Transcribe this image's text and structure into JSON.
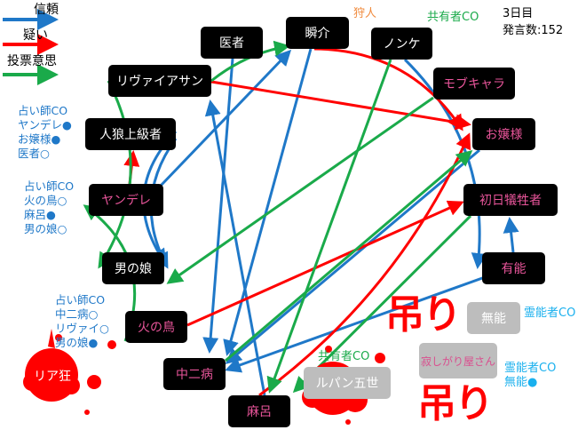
{
  "legend": {
    "trust": {
      "label": "信頼",
      "color": "#1f78c8"
    },
    "doubt": {
      "label": "疑い",
      "color": "#ff0000"
    },
    "vote": {
      "label": "投票意思",
      "color": "#1aaa4a"
    }
  },
  "header": {
    "hunter": "狩人",
    "mason": "共有者CO",
    "day": "3日目",
    "posts": "発言数:152"
  },
  "nodes": {
    "isha": "医者",
    "shunsuke": "瞬介",
    "nonke": "ノンケ",
    "mobchara": "モブキャラ",
    "ojousama": "お嬢様",
    "shonichi": "初日犠牲者",
    "yuunou": "有能",
    "leviathan": "リヴァイアサン",
    "jinrou": "人狼上級者",
    "yandere": "ヤンデレ",
    "otokonoko": "男の娘",
    "hinotori": "火の鳥",
    "chuuni": "中二病",
    "maro": "麻呂",
    "lupin": "ルパン五世",
    "sabishigari": "寂しがり屋さん",
    "munou": "無能",
    "riakyou": "リア狂"
  },
  "notes": {
    "seer1": [
      "占い師CO",
      "ヤンデレ●",
      "お嬢様●",
      "医者○"
    ],
    "seer2": [
      "占い師CO",
      "火の鳥○",
      "麻呂●",
      "男の娘○"
    ],
    "seer3": [
      "占い師CO",
      "中二病○",
      "リヴァイ○",
      "男の娘●"
    ],
    "medium1": "霊能者CO",
    "medium2": [
      "霊能者CO",
      "無能●"
    ],
    "lupin_mason": "共有者CO"
  },
  "hanged": [
    "吊り",
    "吊り"
  ],
  "edges": [
    {
      "from": "jinrou",
      "to": "otokonoko",
      "type": "trust"
    },
    {
      "from": "jinrou",
      "to": "otokonoko",
      "type": "trust"
    },
    {
      "from": "yandere",
      "to": "shunsuke",
      "type": "trust"
    },
    {
      "from": "isha",
      "to": "chuuni",
      "type": "trust"
    },
    {
      "from": "maro",
      "to": "leviathan",
      "type": "trust"
    },
    {
      "from": "shunsuke",
      "to": "chuuni",
      "type": "trust"
    },
    {
      "from": "nonke",
      "to": "yuunou",
      "type": "trust"
    },
    {
      "from": "ojousama",
      "to": "chuuni",
      "type": "trust"
    },
    {
      "from": "yuunou",
      "to": "chuuni",
      "type": "trust"
    },
    {
      "from": "yuunou",
      "to": "shonichi",
      "type": "trust"
    },
    {
      "from": "yandere",
      "to": "jinrou",
      "type": "doubt"
    },
    {
      "from": "leviathan",
      "to": "ojousama",
      "type": "doubt"
    },
    {
      "from": "shunsuke",
      "to": "ojousama",
      "type": "doubt"
    },
    {
      "from": "maro",
      "to": "ojousama",
      "type": "doubt"
    },
    {
      "from": "hinotori",
      "to": "shonichi",
      "type": "doubt"
    },
    {
      "from": "leviathan",
      "to": "otokonoko",
      "type": "vote"
    },
    {
      "from": "hinotori",
      "to": "yandere",
      "type": "vote"
    },
    {
      "from": "leviathan",
      "to": "shunsuke",
      "type": "vote"
    },
    {
      "from": "mobchara",
      "to": "otokonoko",
      "type": "vote"
    },
    {
      "from": "nonke",
      "to": "maro",
      "type": "vote"
    },
    {
      "from": "chuuni",
      "to": "ojousama",
      "type": "vote"
    },
    {
      "from": "shonichi",
      "to": "maro",
      "type": "vote"
    }
  ]
}
